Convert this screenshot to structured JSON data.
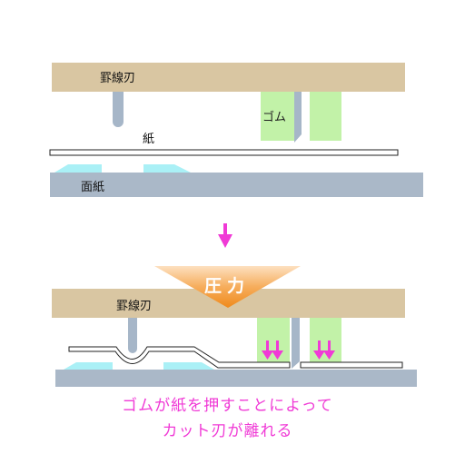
{
  "colors": {
    "die_board": "#d9c6a2",
    "rule_metal": "#a6b6c8",
    "rubber": "#c2f2a8",
    "base_plate": "#aab8c8",
    "glue_strip": "#aaf0f6",
    "paper_fill": "#ffffff",
    "paper_outline": "#222222",
    "arrow_magenta": "#f03ad6",
    "pressure_orange": "#f39a2c",
    "pressure_text": "#ffffff"
  },
  "top_diagram": {
    "creasing_rule_label": "罫線刃",
    "rubber_label": "ゴム",
    "paper_label": "紙",
    "face_paper_label": "面紙"
  },
  "transition_arrow": {
    "icon": "down-arrow-icon"
  },
  "pressure": {
    "label": "圧力"
  },
  "bottom_diagram": {
    "creasing_rule_label": "罫線刃"
  },
  "caption": {
    "line1": "ゴムが紙を押すことによって",
    "line2": "カット刃が離れる"
  }
}
